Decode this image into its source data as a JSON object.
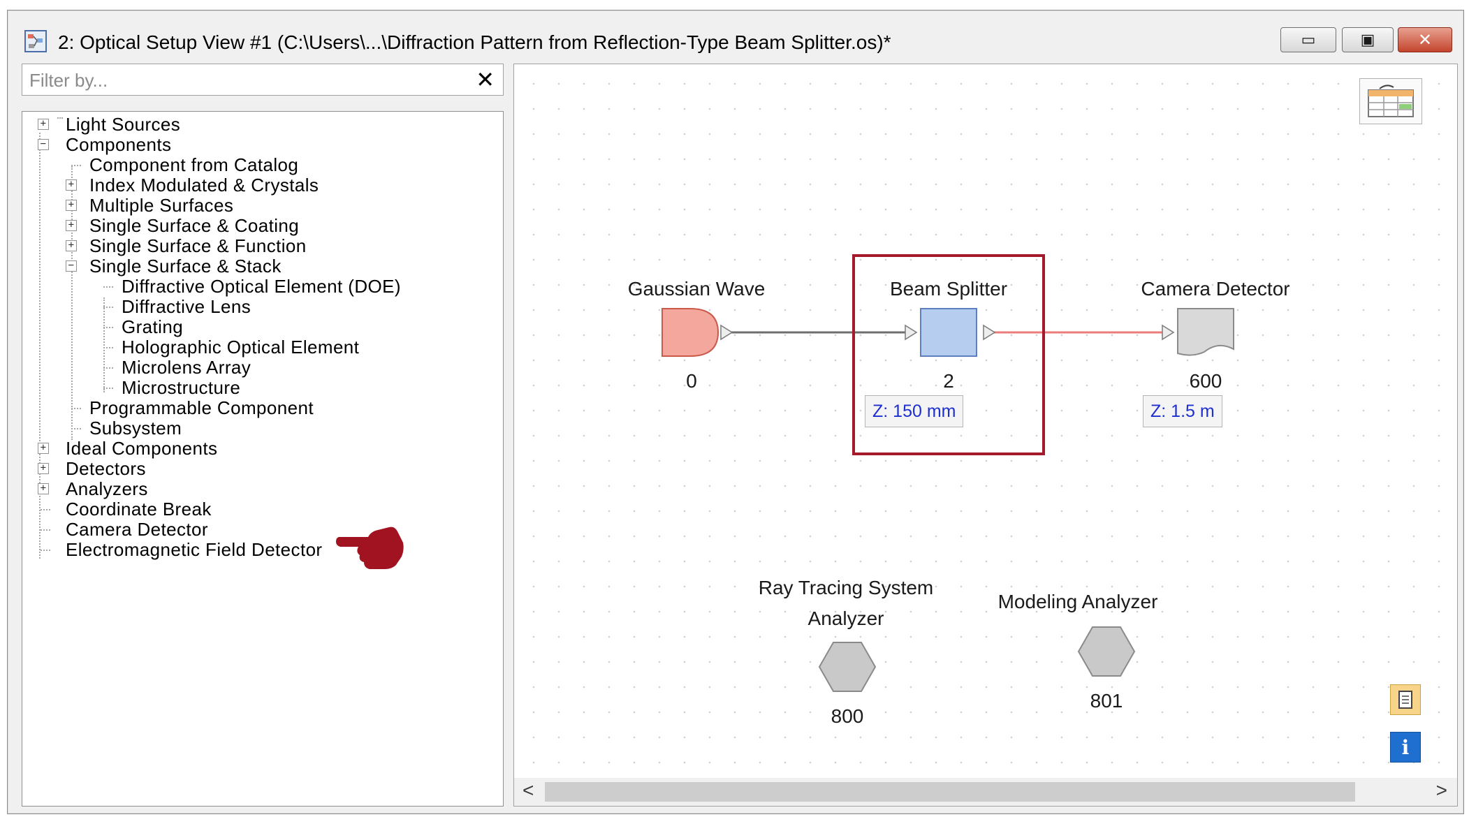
{
  "window": {
    "title": "2: Optical Setup View #1 (C:\\Users\\...\\Diffraction Pattern from Reflection-Type Beam Splitter.os)*",
    "minimize_glyph": "▭",
    "maximize_glyph": "▣",
    "close_glyph": "✕"
  },
  "filter": {
    "placeholder": "Filter by...",
    "clear_glyph": "✕"
  },
  "tree": {
    "items": [
      {
        "label": "Light Sources",
        "expander": "+"
      },
      {
        "label": "Components",
        "expander": "−"
      },
      {
        "label": "Component from Catalog"
      },
      {
        "label": "Index Modulated & Crystals",
        "expander": "+"
      },
      {
        "label": "Multiple Surfaces",
        "expander": "+"
      },
      {
        "label": "Single Surface & Coating",
        "expander": "+"
      },
      {
        "label": "Single Surface & Function",
        "expander": "+"
      },
      {
        "label": "Single Surface & Stack",
        "expander": "−"
      },
      {
        "label": "Diffractive Optical Element (DOE)"
      },
      {
        "label": "Diffractive Lens"
      },
      {
        "label": "Grating"
      },
      {
        "label": "Holographic Optical Element"
      },
      {
        "label": "Microlens Array"
      },
      {
        "label": "Microstructure"
      },
      {
        "label": "Programmable Component"
      },
      {
        "label": "Subsystem"
      },
      {
        "label": "Ideal Components",
        "expander": "+"
      },
      {
        "label": "Detectors",
        "expander": "+"
      },
      {
        "label": "Analyzers",
        "expander": "+"
      },
      {
        "label": "Coordinate Break"
      },
      {
        "label": "Camera Detector"
      },
      {
        "label": "Electromagnetic Field Detector"
      }
    ]
  },
  "canvas": {
    "nodes": {
      "gaussian_wave": {
        "label": "Gaussian Wave",
        "id": "0",
        "color": "#f08a7e"
      },
      "beam_splitter": {
        "label": "Beam Splitter",
        "id": "2",
        "z": "Z: 150 mm",
        "color": "#a9c6ef"
      },
      "camera_detector": {
        "label": "Camera Detector",
        "id": "600",
        "z": "Z: 1.5 m",
        "color": "#d9d9d9"
      },
      "ray_tracing": {
        "label_line1": "Ray Tracing System",
        "label_line2": "Analyzer",
        "id": "800"
      },
      "modeling": {
        "label": "Modeling Analyzer",
        "id": "801"
      }
    },
    "connection_colors": {
      "gray": "#6e6e6e",
      "red": "#ee7b7b"
    },
    "highlight_color": "#a51a2a",
    "pointer_icon": "hand-pointing-right-icon",
    "pointer_color": "#a11321"
  },
  "scrollbar": {
    "left_arrow": "<",
    "right_arrow": ">"
  }
}
